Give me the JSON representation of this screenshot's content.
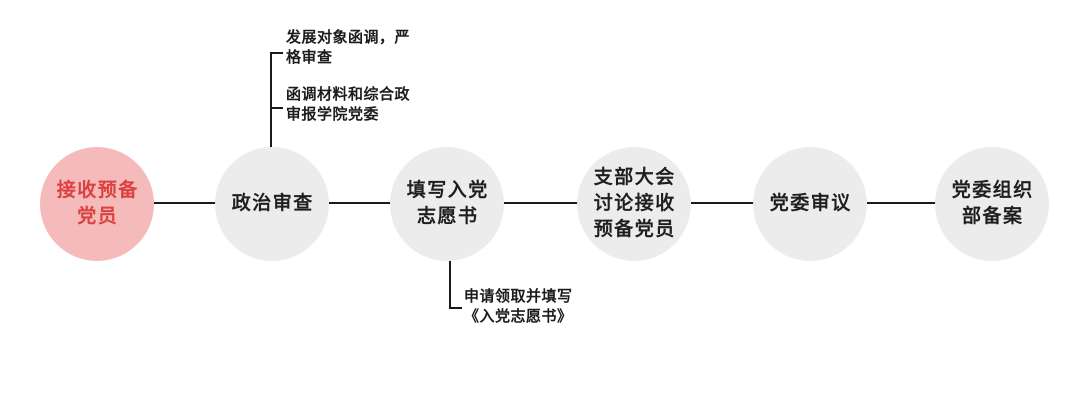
{
  "diagram": {
    "type": "flowchart",
    "nodes": [
      {
        "id": "receive-probationary-member",
        "lines": [
          "接收预备",
          "党员"
        ],
        "highlighted": true
      },
      {
        "id": "political-review",
        "lines": [
          "政治审查"
        ],
        "highlighted": false
      },
      {
        "id": "fill-application-form",
        "lines": [
          "填写入党",
          "志愿书"
        ],
        "highlighted": false
      },
      {
        "id": "branch-meeting-discussion",
        "lines": [
          "支部大会",
          "讨论接收",
          "预备党员"
        ],
        "highlighted": false
      },
      {
        "id": "party-committee-review",
        "lines": [
          "党委审议"
        ],
        "highlighted": false
      },
      {
        "id": "org-dept-filing",
        "lines": [
          "党委组织",
          "部备案"
        ],
        "highlighted": false
      }
    ],
    "annotations": [
      {
        "id": "top-1",
        "attached_to": "political-review",
        "lines": [
          "发展对象函调，严",
          "格审查"
        ]
      },
      {
        "id": "top-2",
        "attached_to": "political-review",
        "lines": [
          "函调材料和综合政",
          "审报学院党委"
        ]
      },
      {
        "id": "bottom-1",
        "attached_to": "fill-application-form",
        "lines": [
          "申请领取并填写",
          "《入党志愿书》"
        ]
      }
    ],
    "colors": {
      "highlight_fill": "#f5baba",
      "highlight_text": "#dc4040",
      "node_fill": "#ececec",
      "node_text": "#1f1f1f",
      "line": "#1a1a1a",
      "background": "#ffffff"
    }
  }
}
